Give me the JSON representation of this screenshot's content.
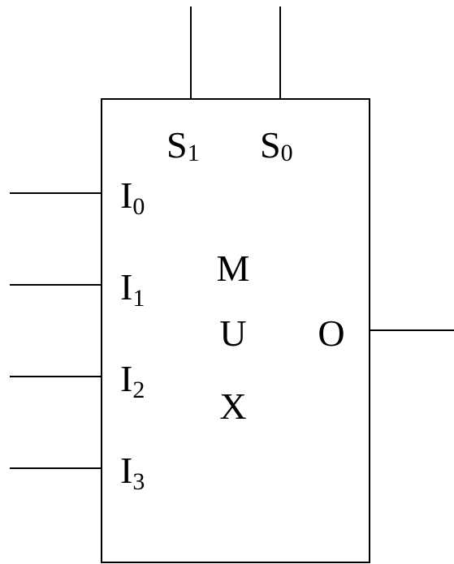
{
  "mux": {
    "letters": [
      "M",
      "U",
      "X"
    ]
  },
  "selects": {
    "s1": {
      "base": "S",
      "sub": "1"
    },
    "s0": {
      "base": "S",
      "sub": "0"
    }
  },
  "inputs": [
    {
      "base": "I",
      "sub": "0"
    },
    {
      "base": "I",
      "sub": "1"
    },
    {
      "base": "I",
      "sub": "2"
    },
    {
      "base": "I",
      "sub": "3"
    }
  ],
  "output": {
    "label": "O"
  }
}
